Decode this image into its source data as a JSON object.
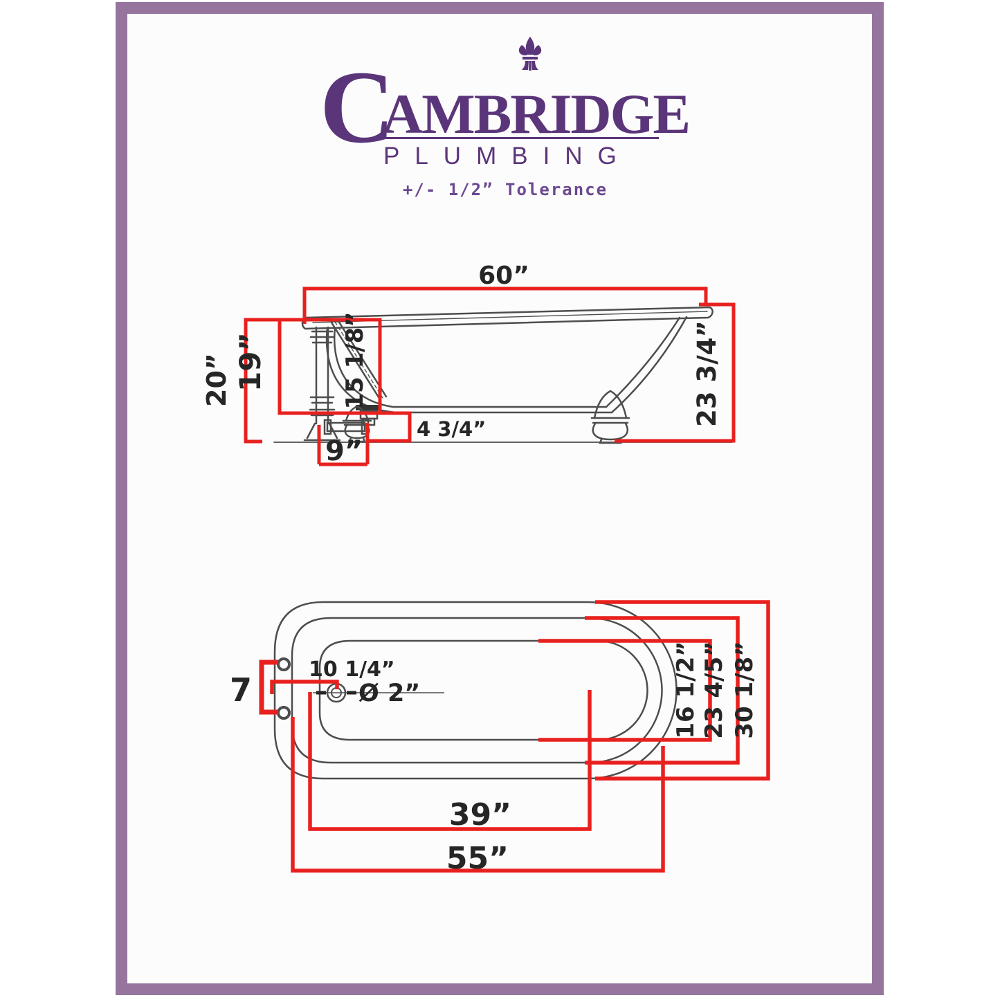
{
  "colors": {
    "frame_purple": "#95759e",
    "logo_purple": "#5b3579",
    "tolerance_purple": "#6b4990",
    "dimension_red": "#e8211f",
    "drawing_line_gray": "#4d4d4d",
    "label_black": "#262626"
  },
  "logo": {
    "initial": "C",
    "rest": "AMBRIDGE",
    "subtitle": "PLUMBING",
    "tolerance": "+/- 1/2” Tolerance",
    "icon": "fleur-de-lis"
  },
  "side_view": {
    "length": "60”",
    "overall_height": "20”",
    "rim_height": "19”",
    "interior_depth": "15 1/8”",
    "bottom_to_floor": "4 3/4”",
    "drain_center": "9”",
    "back_height": "23 3/4”"
  },
  "top_view": {
    "faucet_spacing": "7",
    "drain_from_end": "10 1/4”",
    "drain_diameter": "Ø 2”",
    "basin_width": "16 1/2”",
    "rim_width": "23 4/5”",
    "overall_width": "30 1/8”",
    "basin_length": "39”",
    "rim_length": "55”"
  }
}
